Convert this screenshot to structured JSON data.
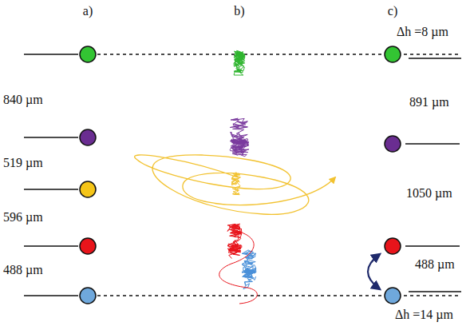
{
  "diagram": {
    "labels": [
      "a)",
      "b)",
      "c)",
      "840 µm",
      "519 µm",
      "596 µm",
      "488 µm",
      "Δh =8 µm",
      "891 µm",
      "1050 µm",
      "488 µm",
      "Δh =14 µm"
    ]
  }
}
